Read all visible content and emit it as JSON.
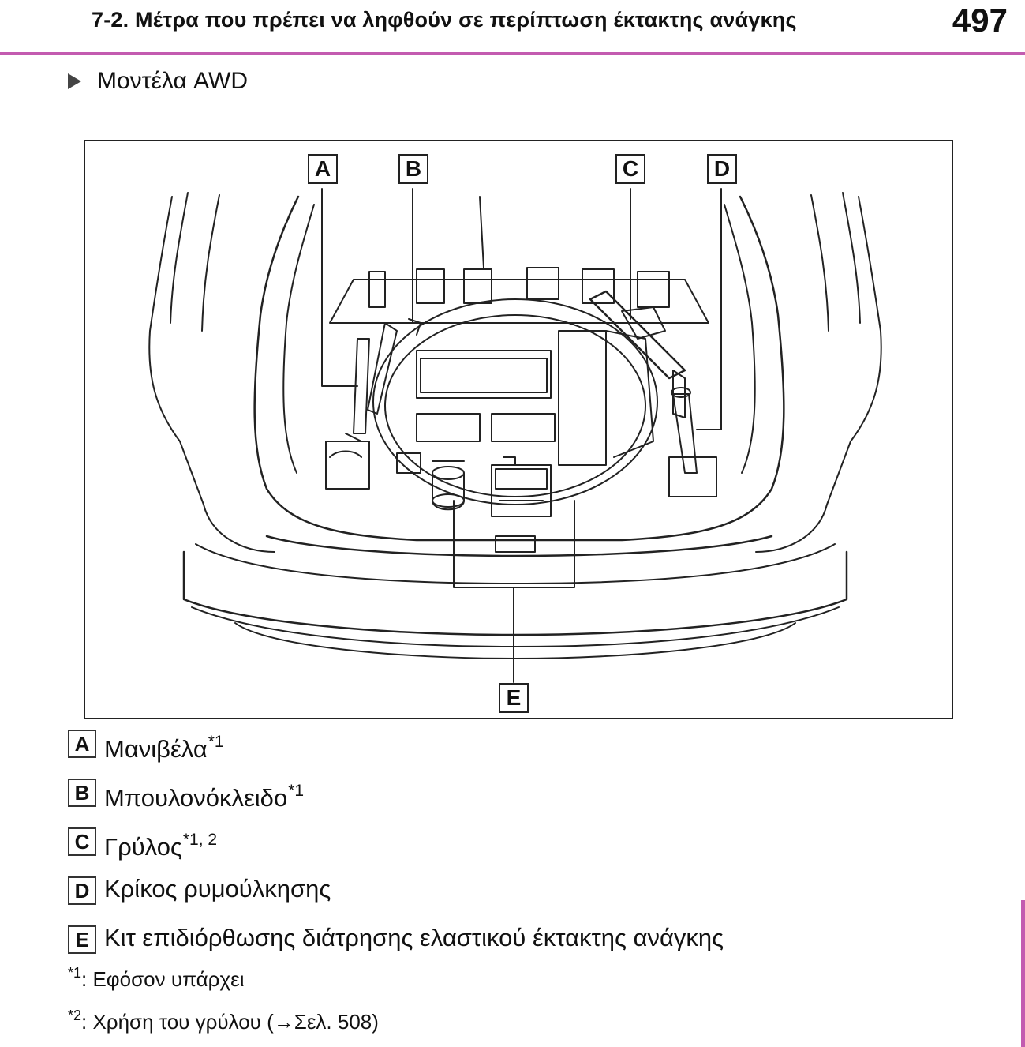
{
  "header": {
    "section_title": "7-2. Μέτρα που πρέπει να ληφθούν σε περίπτωση έκτακτης ανάγκης",
    "page_number": "497",
    "accent_color": "#c35bb0"
  },
  "subheading": {
    "marker_icon": "triangle-right-icon",
    "text": "Μοντέλα AWD"
  },
  "figure": {
    "callouts": [
      "A",
      "B",
      "C",
      "D",
      "E"
    ]
  },
  "legend": [
    {
      "key": "A",
      "label": "Μανιβέλα",
      "sup": "*1"
    },
    {
      "key": "B",
      "label": "Μπουλονόκλειδο",
      "sup": "*1"
    },
    {
      "key": "C",
      "label": "Γρύλος",
      "sup": "*1, 2"
    },
    {
      "key": "D",
      "label": "Κρίκος ρυμούλκησης",
      "sup": ""
    },
    {
      "key": "E",
      "label": "Κιτ επιδιόρθωσης διάτρησης ελαστικού έκτακτης ανάγκης",
      "sup": ""
    }
  ],
  "footnotes": [
    {
      "mark": "*1",
      "text": ": Εφόσον υπάρχει"
    },
    {
      "mark": "*2",
      "text": ": Χρήση του γρύλου (→Σελ. 508)"
    }
  ]
}
